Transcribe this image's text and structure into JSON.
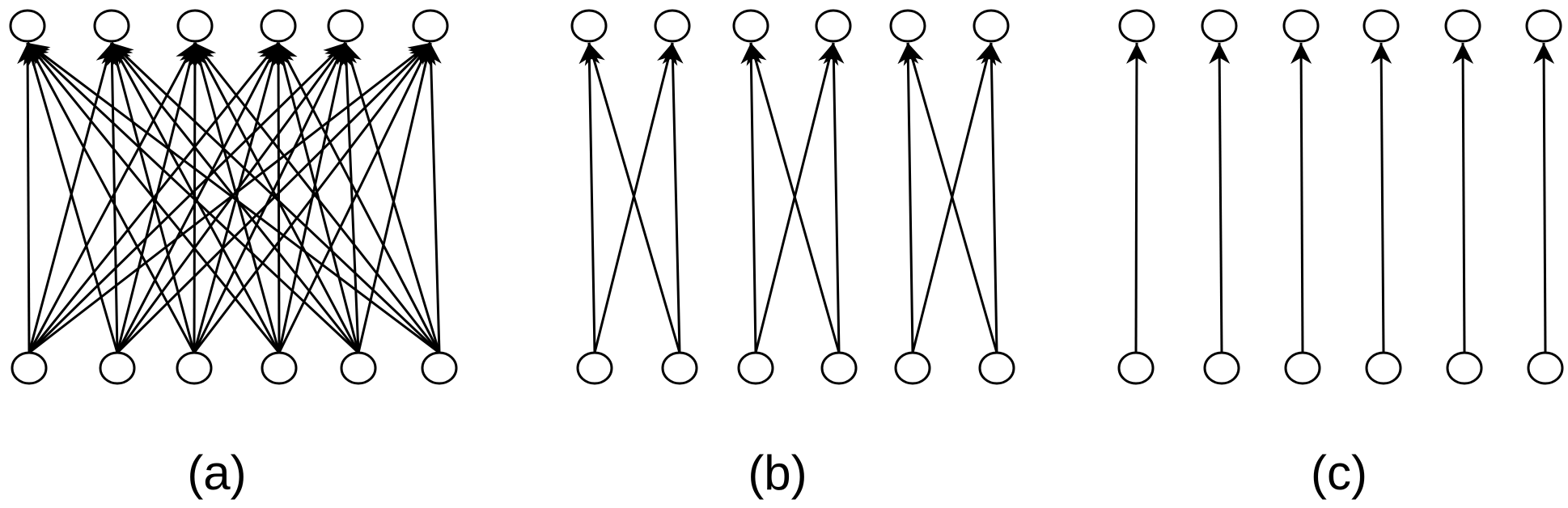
{
  "figure": {
    "panels": [
      {
        "id": "a",
        "caption": "(a)",
        "top_nodes": 6,
        "bottom_nodes": 6,
        "connectivity": "fully-connected",
        "edges": [
          [
            0,
            0
          ],
          [
            0,
            1
          ],
          [
            0,
            2
          ],
          [
            0,
            3
          ],
          [
            0,
            4
          ],
          [
            0,
            5
          ],
          [
            1,
            0
          ],
          [
            1,
            1
          ],
          [
            1,
            2
          ],
          [
            1,
            3
          ],
          [
            1,
            4
          ],
          [
            1,
            5
          ],
          [
            2,
            0
          ],
          [
            2,
            1
          ],
          [
            2,
            2
          ],
          [
            2,
            3
          ],
          [
            2,
            4
          ],
          [
            2,
            5
          ],
          [
            3,
            0
          ],
          [
            3,
            1
          ],
          [
            3,
            2
          ],
          [
            3,
            3
          ],
          [
            3,
            4
          ],
          [
            3,
            5
          ],
          [
            4,
            0
          ],
          [
            4,
            1
          ],
          [
            4,
            2
          ],
          [
            4,
            3
          ],
          [
            4,
            4
          ],
          [
            4,
            5
          ],
          [
            5,
            0
          ],
          [
            5,
            1
          ],
          [
            5,
            2
          ],
          [
            5,
            3
          ],
          [
            5,
            4
          ],
          [
            5,
            5
          ]
        ]
      },
      {
        "id": "b",
        "caption": "(b)",
        "top_nodes": 6,
        "bottom_nodes": 6,
        "connectivity": "paired",
        "edges": [
          [
            0,
            0
          ],
          [
            0,
            1
          ],
          [
            1,
            0
          ],
          [
            1,
            1
          ],
          [
            2,
            2
          ],
          [
            2,
            3
          ],
          [
            3,
            2
          ],
          [
            3,
            3
          ],
          [
            4,
            4
          ],
          [
            4,
            5
          ],
          [
            5,
            4
          ],
          [
            5,
            5
          ]
        ]
      },
      {
        "id": "c",
        "caption": "(c)",
        "top_nodes": 6,
        "bottom_nodes": 6,
        "connectivity": "one-to-one",
        "edges": [
          [
            0,
            0
          ],
          [
            1,
            1
          ],
          [
            2,
            2
          ],
          [
            3,
            3
          ],
          [
            4,
            4
          ],
          [
            5,
            5
          ]
        ]
      }
    ],
    "colors": {
      "stroke": "#000000",
      "fill": "#ffffff",
      "background": "#ffffff"
    }
  }
}
